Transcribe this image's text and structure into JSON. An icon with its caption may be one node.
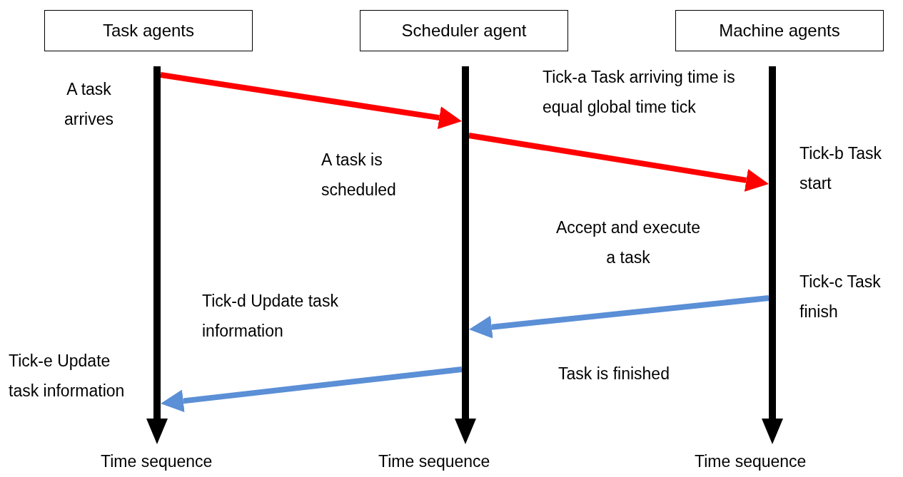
{
  "diagram": {
    "nodes": [
      {
        "text": [
          "Task agents"
        ]
      },
      {
        "text": [
          "Scheduler agent"
        ]
      },
      {
        "text": [
          "Machine agents"
        ]
      },
      {
        "text": [],
        "shape": "bar",
        "beside": [
          "Time sequence"
        ]
      },
      {
        "text": [],
        "shape": "bar",
        "beside": [
          "Time sequence"
        ]
      },
      {
        "text": [],
        "shape": "bar",
        "beside": [
          "Time sequence"
        ]
      }
    ],
    "edges": [
      {
        "from": 3,
        "to": 4,
        "arrow": "to",
        "color": "#ff0000"
      },
      {
        "from": 4,
        "to": 5,
        "arrow": "to",
        "color": "#ff0000"
      },
      {
        "from": 5,
        "to": 4,
        "arrow": "to",
        "color": "#5b8fd6"
      },
      {
        "from": 4,
        "to": 3,
        "arrow": "to",
        "color": "#5b8fd6"
      }
    ],
    "labels": [
      "Tick-a Task arriving time is equal global time tick",
      "A task arrives",
      "Tick-b Task start",
      "A task is scheduled",
      "Accept and execute a task",
      "Tick-c Task finish",
      "Tick-d Update task information",
      "Tick-e Update task information",
      "Task is finished"
    ]
  }
}
